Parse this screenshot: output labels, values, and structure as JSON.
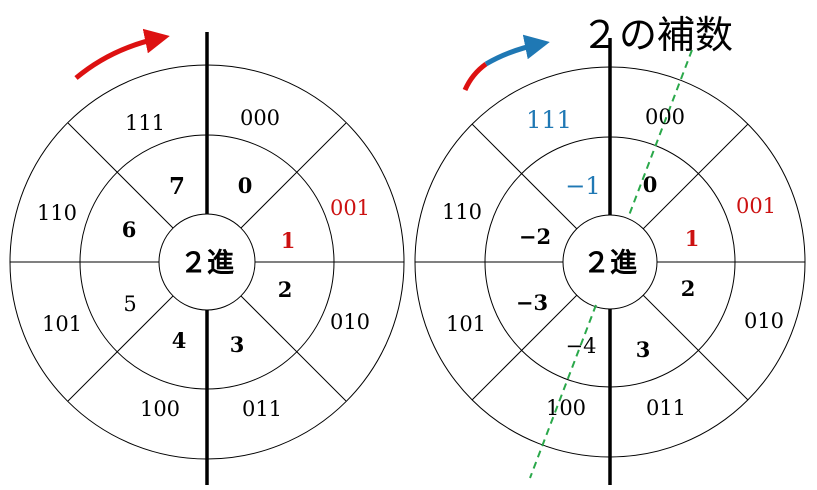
{
  "title": "２の補数",
  "colors": {
    "red": "#cc1111",
    "blue": "#1f78b4",
    "black": "#000000",
    "dashed_green": "#2aa84a"
  },
  "left_wheel": {
    "center_label": "２進",
    "binary": [
      "000",
      "001",
      "010",
      "011",
      "100",
      "101",
      "110",
      "111"
    ],
    "decimal": [
      "0",
      "1",
      "2",
      "3",
      "4",
      "5",
      "6",
      "7"
    ]
  },
  "right_wheel": {
    "center_label": "２進",
    "binary": [
      "000",
      "001",
      "010",
      "011",
      "100",
      "101",
      "110",
      "111"
    ],
    "decimal": [
      "0",
      "1",
      "2",
      "3",
      "−4",
      "−3",
      "−2",
      "−1"
    ]
  }
}
